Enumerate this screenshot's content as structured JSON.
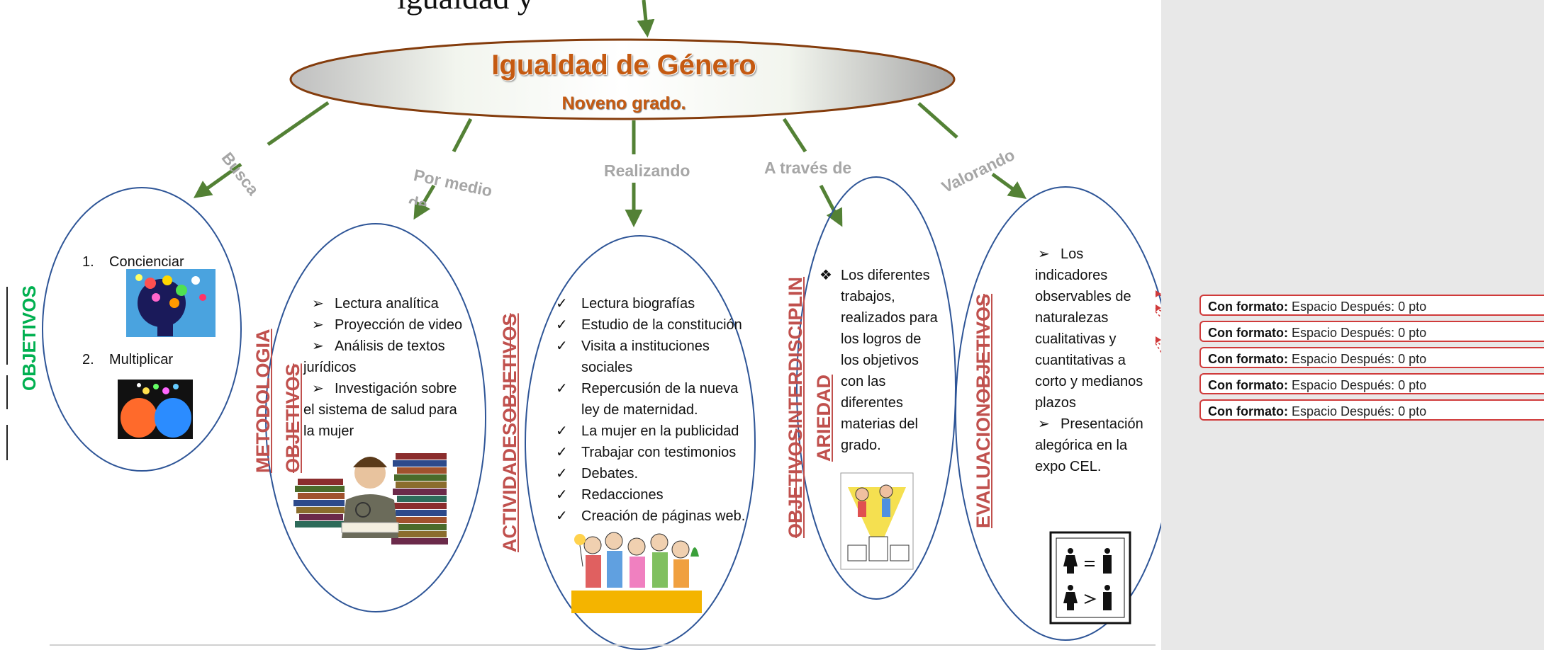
{
  "top_cut_text": "ígualdad y",
  "central": {
    "title": "Igualdad de Género",
    "subtitle": "Noveno grado."
  },
  "connectors": [
    "Busca",
    "Por medio de",
    "Realizando",
    "A través de",
    "Valorando"
  ],
  "objetivos": {
    "heading": "OBJETIVOS",
    "items": [
      {
        "num": "1.",
        "text": "Concienciar"
      },
      {
        "num": "2.",
        "text": "Multiplicar"
      }
    ]
  },
  "metodologia": {
    "heading": "METODOLOGIA",
    "heading_struck": "OBJETIVOS",
    "items": [
      {
        "marker": "➢",
        "text": "Lectura analítica"
      },
      {
        "marker": "➢",
        "text": "Proyección de video"
      },
      {
        "marker": "➢",
        "text": "Análisis de textos jurídicos"
      },
      {
        "marker": "➢",
        "text": "Investigación sobre el sistema de salud para la mujer"
      }
    ]
  },
  "actividades": {
    "heading": "ACTIVIDADES",
    "heading_struck": "OBJETIVOS",
    "items": [
      "Lectura biografías",
      "Estudio de la constitución",
      "Visita a instituciones sociales",
      "Repercusión de la nueva ley de maternidad.",
      "La mujer en la publicidad",
      "Trabajar con testimonios",
      "Debates.",
      "Redacciones",
      "Creación de páginas web."
    ],
    "marker": "✓"
  },
  "interdisciplinariedad": {
    "heading_struck": "OBJETIVOS",
    "heading": "INTERDISCIPLINARIEDAD",
    "heading_line1": "INTERDISCIPLIN",
    "heading_line2": "ARIEDAD",
    "marker": "❖",
    "text": "Los diferentes trabajos, realizados para los logros de los objetivos con las diferentes materias del grado."
  },
  "evaluacion": {
    "heading": "EVALUACION",
    "heading_struck": "OBJETIVOS",
    "items": [
      {
        "marker": "➢",
        "text": "Los indicadores observables de naturalezas cualitativas y cuantitativas a corto y medianos plazos"
      },
      {
        "marker": "➢",
        "text": "Presentación alegórica en la expo CEL."
      }
    ]
  },
  "comments": [
    {
      "label": "Con formato:",
      "text": "Espacio Después:  0 pto"
    },
    {
      "label": "Con formato:",
      "text": "Espacio Después:  0 pto"
    },
    {
      "label": "Con formato:",
      "text": "Espacio Después:  0 pto"
    },
    {
      "label": "Con formato:",
      "text": "Espacio Después:  0 pto"
    },
    {
      "label": "Con formato:",
      "text": "Espacio Después:  0 pto"
    }
  ],
  "colors": {
    "arrow": "#538135",
    "ellipse_border": "#2e5597",
    "central_title": "#c55a11",
    "heading_red": "#c0504d",
    "heading_green": "#00b050",
    "comment_border": "#d03a3a"
  },
  "icons": [
    "brain-icon",
    "heads-icon",
    "reader-books-icon",
    "children-group-icon",
    "podium-icon",
    "gender-sign-icon"
  ]
}
